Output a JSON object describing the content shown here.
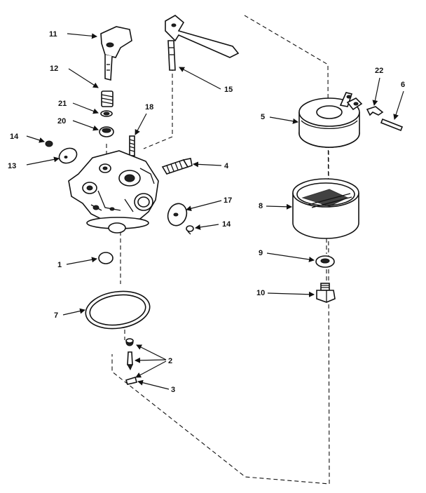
{
  "callouts": {
    "c11": "11",
    "c12": "12",
    "c21": "21",
    "c20": "20",
    "c18": "18",
    "c14a": "14",
    "c13": "13",
    "c15": "15",
    "c4": "4",
    "c17": "17",
    "c14b": "14",
    "c1": "1",
    "c7": "7",
    "c2": "2",
    "c3": "3",
    "c22": "22",
    "c6": "6",
    "c5": "5",
    "c8": "8",
    "c9": "9",
    "c10": "10"
  }
}
